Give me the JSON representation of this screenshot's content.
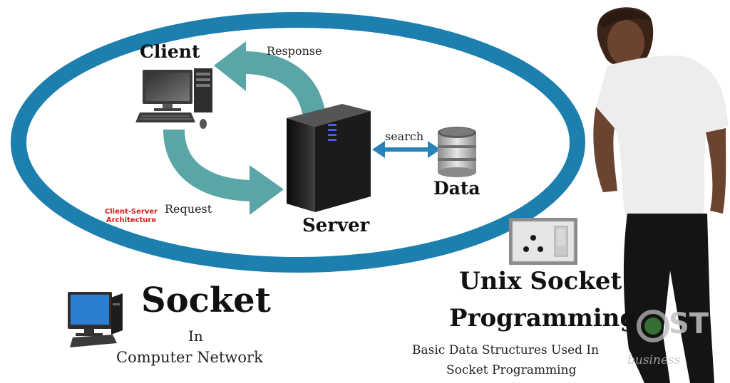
{
  "diagram": {
    "client_label": "Client",
    "server_label": "Server",
    "data_label": "Data",
    "response_label": "Response",
    "request_label": "Request",
    "search_label": "search",
    "architecture_line1": "Client-Server",
    "architecture_line2": "Architecture"
  },
  "title": {
    "socket": "Socket",
    "in": "In",
    "computer_network": "Computer Network"
  },
  "right_title": {
    "line1": "Unix Socket",
    "line2": "Programming",
    "sub1": "Basic Data Structures Used In",
    "sub2": "Socket Programming"
  },
  "watermark": {
    "letters": "ST",
    "tagline": "business"
  },
  "colors": {
    "ellipse": "#1c7fad",
    "arrow": "#5aa5a5",
    "search_arrow": "#2a82b8",
    "red_text": "#d61a1a"
  }
}
